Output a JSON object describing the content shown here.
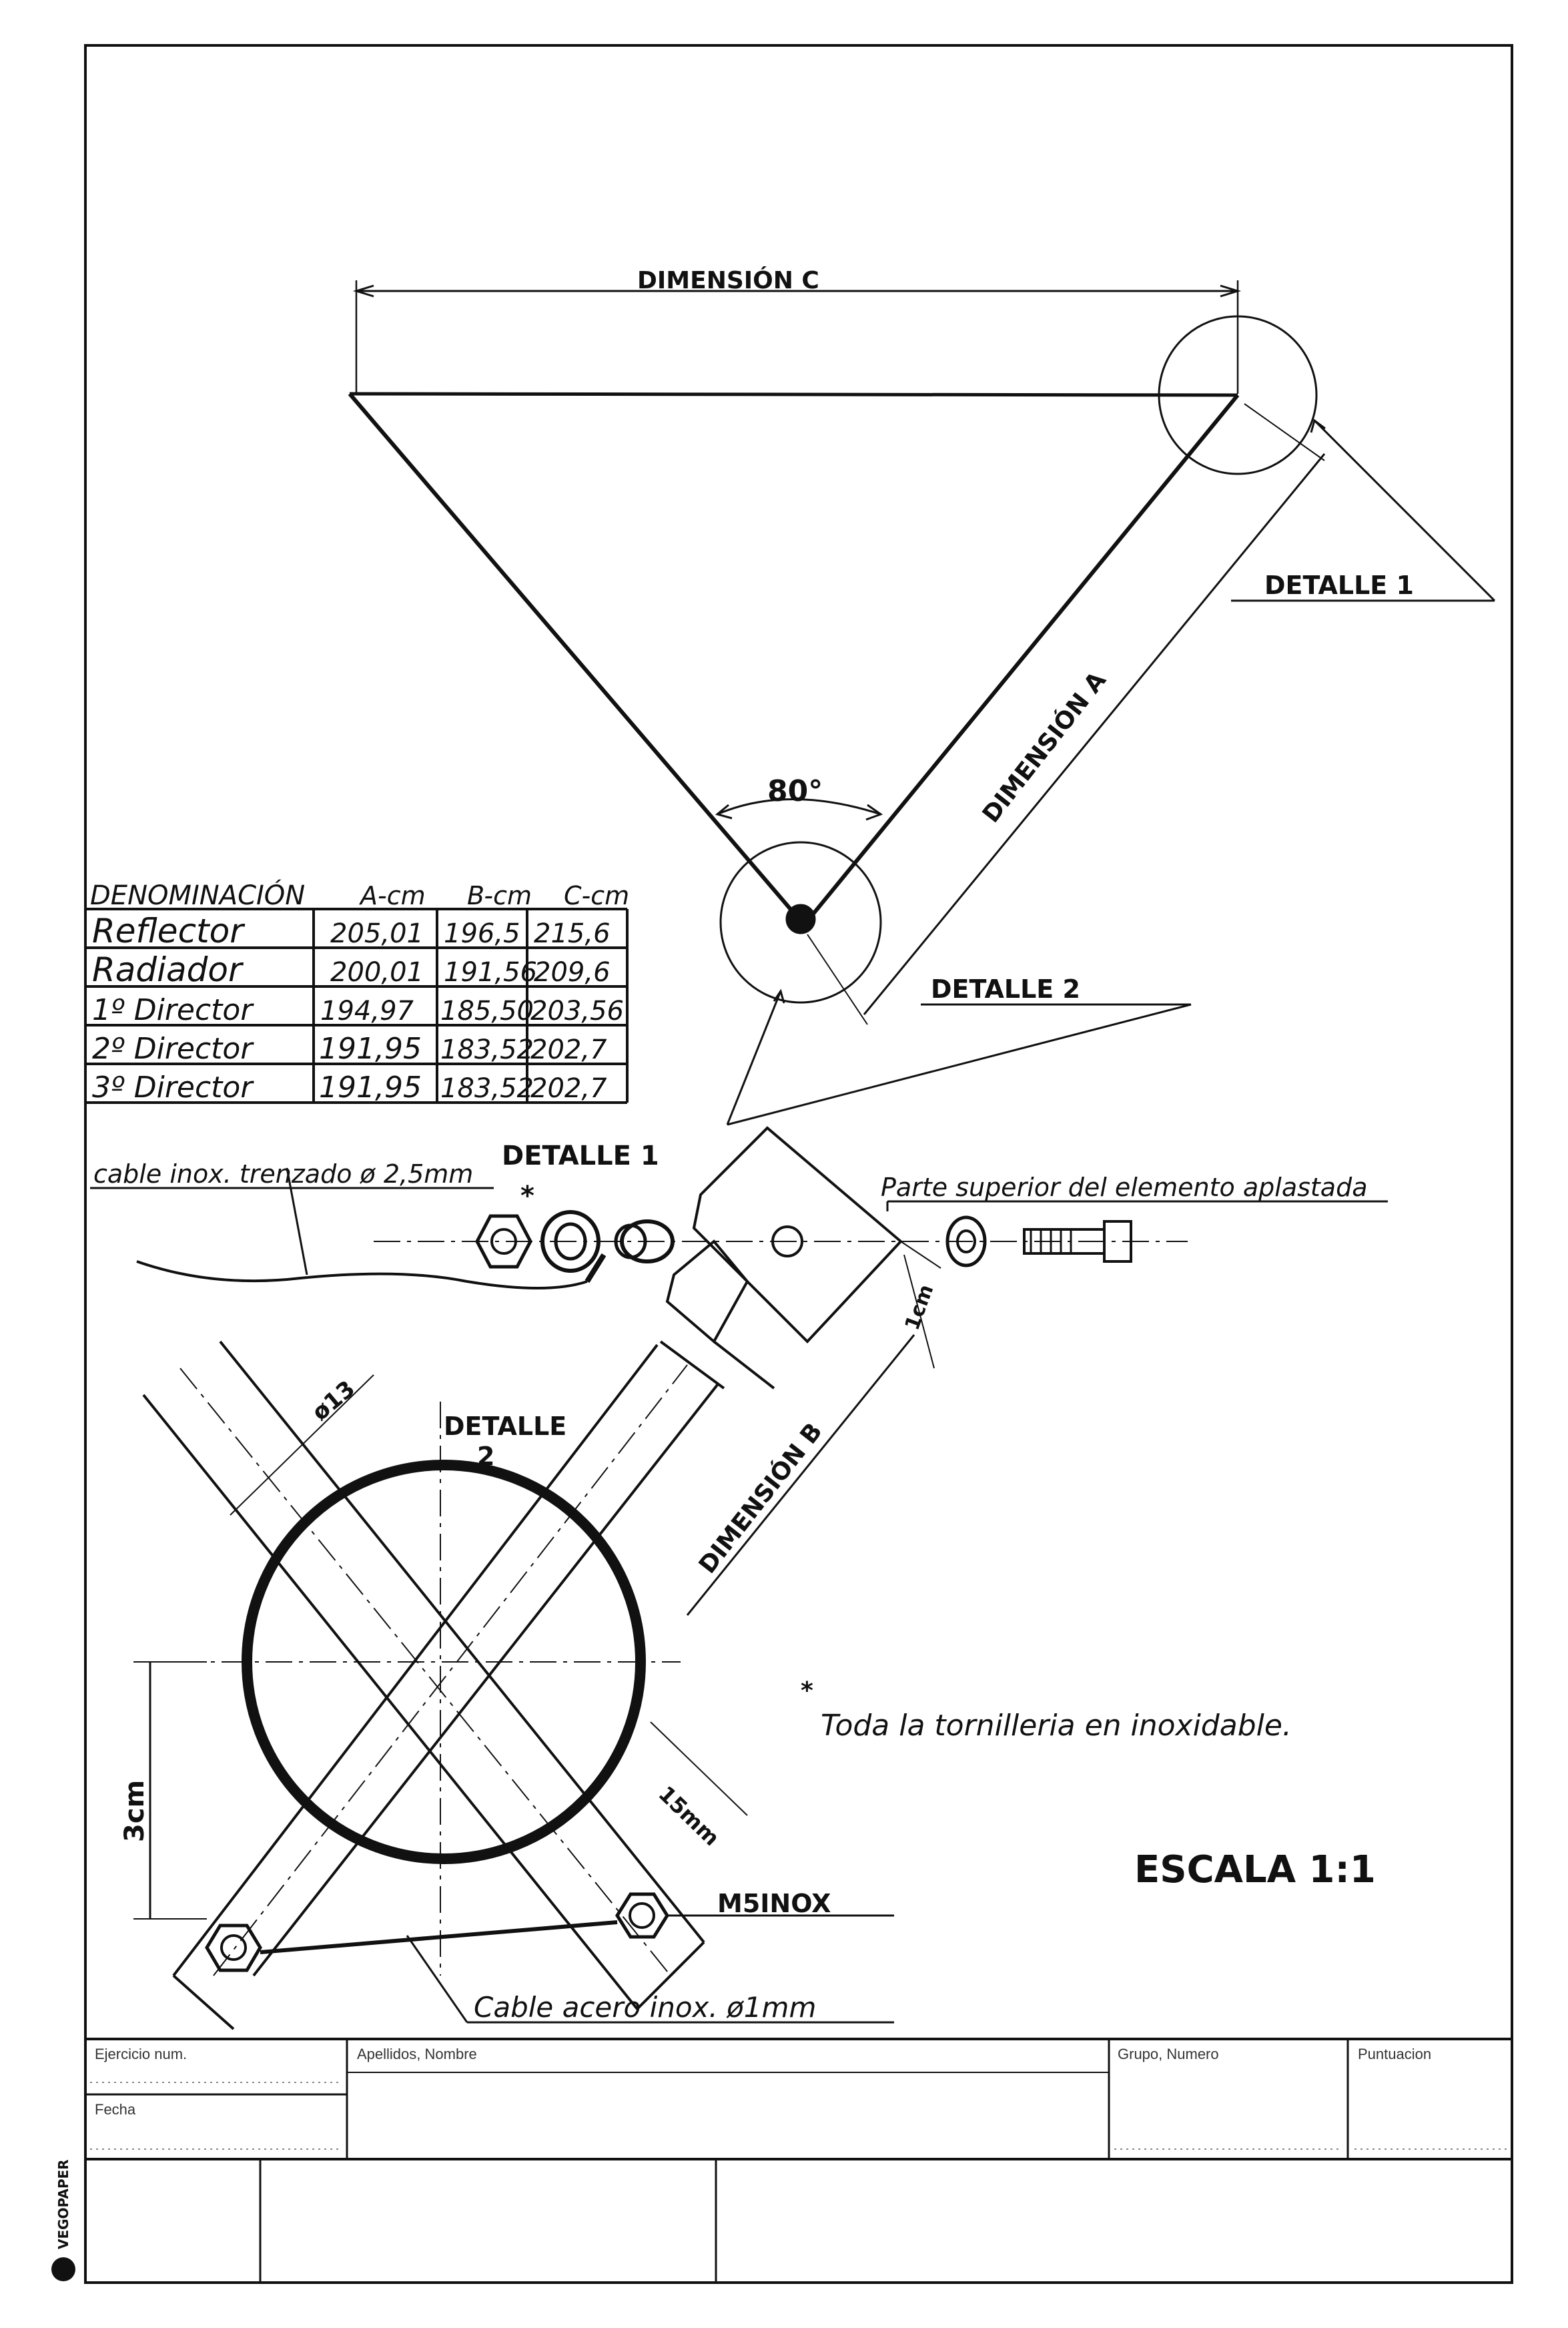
{
  "drawing": {
    "triangle": {
      "dimension_c": "DIMENSIÓN C",
      "dimension_a": "DIMENSIÓN A",
      "angle": "80°",
      "detail_1": "DETALLE 1",
      "detail_2": "DETALLE 2"
    },
    "table": {
      "headers": [
        "DENOMINACIÓN",
        "A-cm",
        "B-cm",
        "C-cm"
      ],
      "rows": [
        [
          "Reflector",
          "205,01",
          "196,5",
          "215,6"
        ],
        [
          "Radiador",
          "200,01",
          "191,56",
          "209,6"
        ],
        [
          "1º Director",
          "194,97",
          "185,50",
          "203,56"
        ],
        [
          "2º Director",
          "191,95",
          "183,52",
          "202,7"
        ],
        [
          "3º Director",
          "191,95",
          "183,52",
          "202,7"
        ]
      ]
    },
    "detail_1": {
      "title": "DETALLE 1",
      "asterisk": "*",
      "cable_label": "cable inox. trenzado ø 2,5mm",
      "top_note": "Parte superior del elemento aplastada",
      "dim_1cm": "1cm"
    },
    "detail_2": {
      "title_line1": "DETALLE",
      "title_line2": "2",
      "dia_label": "ø13",
      "dimension_b": "DIMENSIÓN B",
      "dim_15mm": "15mm",
      "dim_3cm": "3cm",
      "bolt_label": "M5INOX",
      "cable_label": "Cable acero inox. ø1mm"
    },
    "note": "Toda la tornilleria en inoxidable.",
    "note_asterisk": "*",
    "scale": "ESCALA 1:1"
  },
  "title_block": {
    "exercise": "Ejercicio num.",
    "name": "Apellidos, Nombre",
    "group": "Grupo, Numero",
    "score": "Puntuacion",
    "date": "Fecha"
  },
  "brand": "VEGOPAPER"
}
